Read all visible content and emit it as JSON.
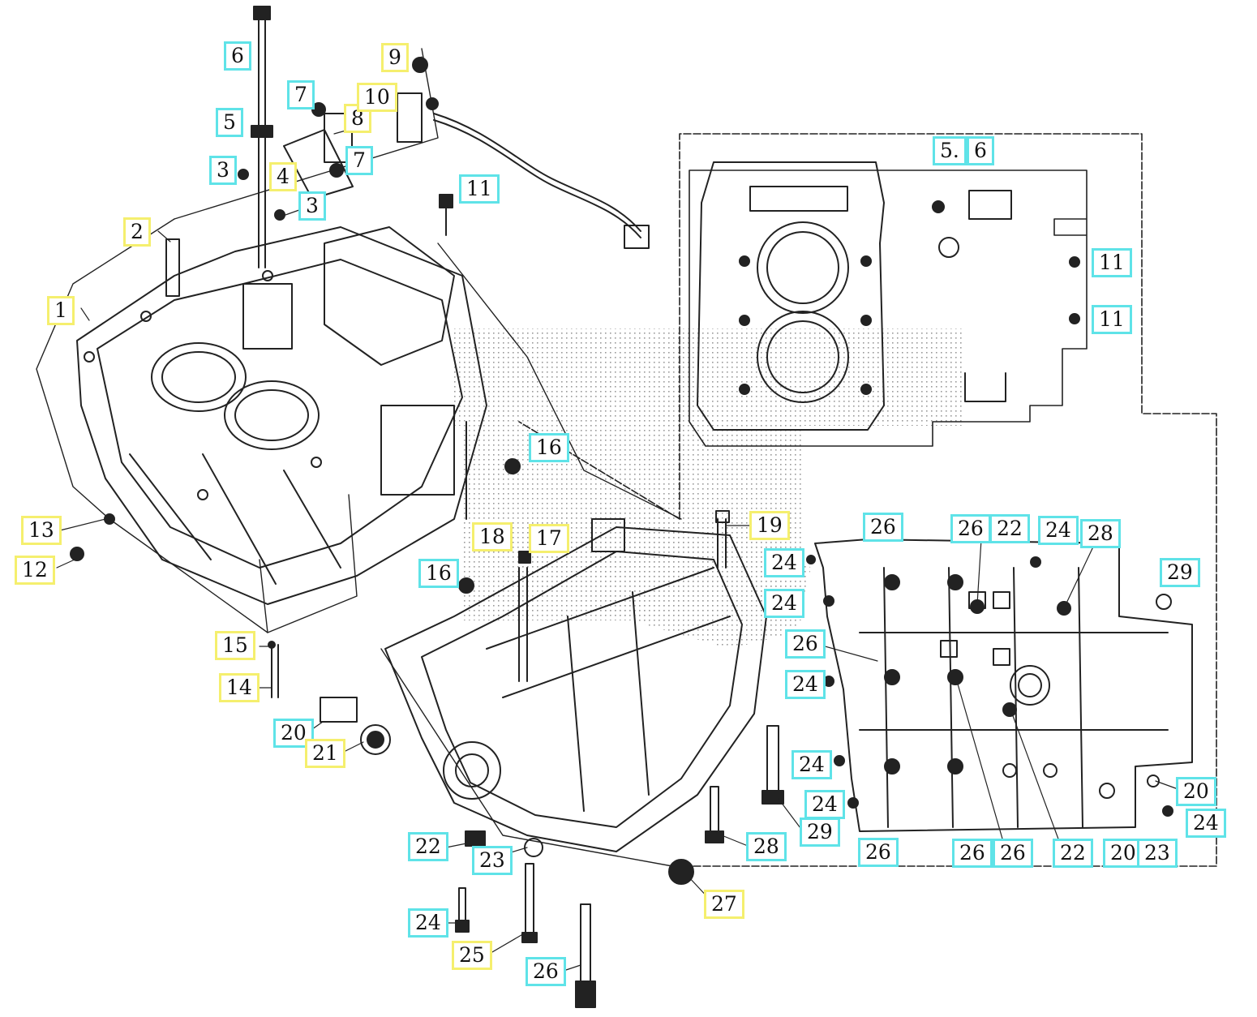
{
  "colors": {
    "callout_border_cyan": "#5fe3e8",
    "callout_border_yellow": "#f5ef6e",
    "line": "#222222",
    "dots": "#9a9a9a"
  },
  "callouts": [
    {
      "label": "1",
      "color": "yellow"
    },
    {
      "label": "2",
      "color": "yellow"
    },
    {
      "label": "3",
      "color": "cyan"
    },
    {
      "label": "3",
      "color": "cyan"
    },
    {
      "label": "4",
      "color": "yellow"
    },
    {
      "label": "5",
      "color": "cyan"
    },
    {
      "label": "6",
      "color": "cyan"
    },
    {
      "label": "7",
      "color": "cyan"
    },
    {
      "label": "7",
      "color": "cyan"
    },
    {
      "label": "8",
      "color": "yellow"
    },
    {
      "label": "9",
      "color": "yellow"
    },
    {
      "label": "10",
      "color": "yellow"
    },
    {
      "label": "11",
      "color": "cyan"
    },
    {
      "label": "12",
      "color": "yellow"
    },
    {
      "label": "13",
      "color": "yellow"
    },
    {
      "label": "14",
      "color": "yellow"
    },
    {
      "label": "15",
      "color": "yellow"
    },
    {
      "label": "16",
      "color": "cyan"
    },
    {
      "label": "16",
      "color": "cyan"
    },
    {
      "label": "17",
      "color": "yellow"
    },
    {
      "label": "18",
      "color": "yellow"
    },
    {
      "label": "19",
      "color": "yellow"
    },
    {
      "label": "20",
      "color": "cyan"
    },
    {
      "label": "21",
      "color": "yellow"
    },
    {
      "label": "22",
      "color": "cyan"
    },
    {
      "label": "23",
      "color": "cyan"
    },
    {
      "label": "24",
      "color": "cyan"
    },
    {
      "label": "25",
      "color": "yellow"
    },
    {
      "label": "26",
      "color": "cyan"
    },
    {
      "label": "27",
      "color": "yellow"
    },
    {
      "label": "28",
      "color": "cyan"
    },
    {
      "label": "29",
      "color": "cyan"
    },
    {
      "label": "5.",
      "color": "cyan"
    },
    {
      "label": "6",
      "color": "cyan"
    },
    {
      "label": "11",
      "color": "cyan"
    },
    {
      "label": "11",
      "color": "cyan"
    },
    {
      "label": "26",
      "color": "cyan"
    },
    {
      "label": "26",
      "color": "cyan"
    },
    {
      "label": "22",
      "color": "cyan"
    },
    {
      "label": "24",
      "color": "cyan"
    },
    {
      "label": "28",
      "color": "cyan"
    },
    {
      "label": "29",
      "color": "cyan"
    },
    {
      "label": "24",
      "color": "cyan"
    },
    {
      "label": "24",
      "color": "cyan"
    },
    {
      "label": "26",
      "color": "cyan"
    },
    {
      "label": "24",
      "color": "cyan"
    },
    {
      "label": "24",
      "color": "cyan"
    },
    {
      "label": "24",
      "color": "cyan"
    },
    {
      "label": "20",
      "color": "cyan"
    },
    {
      "label": "24",
      "color": "cyan"
    },
    {
      "label": "26",
      "color": "cyan"
    },
    {
      "label": "26",
      "color": "cyan"
    },
    {
      "label": "26",
      "color": "cyan"
    },
    {
      "label": "22",
      "color": "cyan"
    },
    {
      "label": "20",
      "color": "cyan"
    },
    {
      "label": "23",
      "color": "cyan"
    }
  ]
}
